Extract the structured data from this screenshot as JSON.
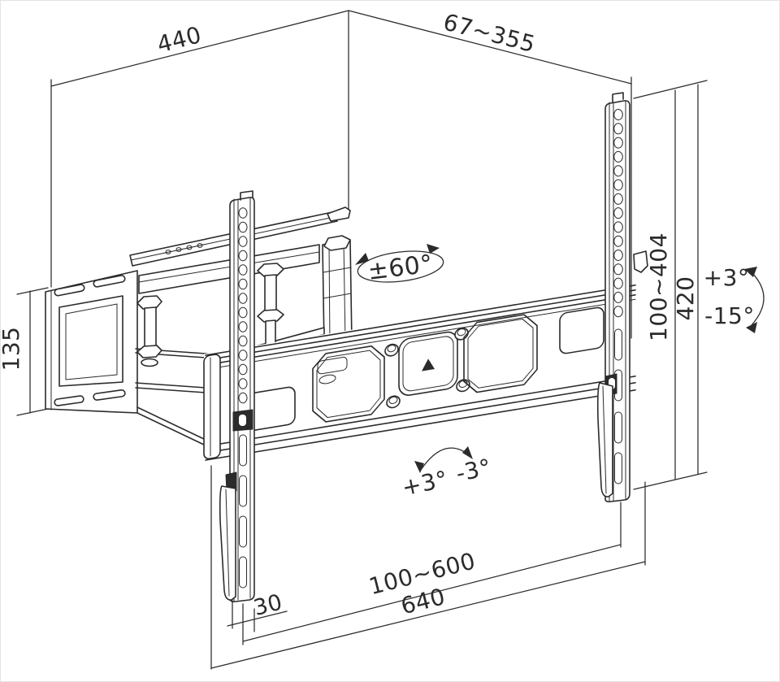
{
  "figure": {
    "title": "Full-motion TV wall-mount bracket — dimensional line drawing",
    "background": "#ffffff",
    "line_color": "#2b2b2b",
    "units": "mm"
  },
  "labels": {
    "top_width": "440",
    "extension_depth": "67~355",
    "wall_plate_height": "135",
    "swivel_range": "±60°",
    "height_adjust_range": "100~404",
    "overall_height": "420",
    "tilt_up": "+3°",
    "tilt_down": "-15°",
    "level_plus": "+3°",
    "level_minus": "-3°",
    "rail_offset": "30",
    "hole_span_range": "100~600",
    "overall_width": "640"
  }
}
